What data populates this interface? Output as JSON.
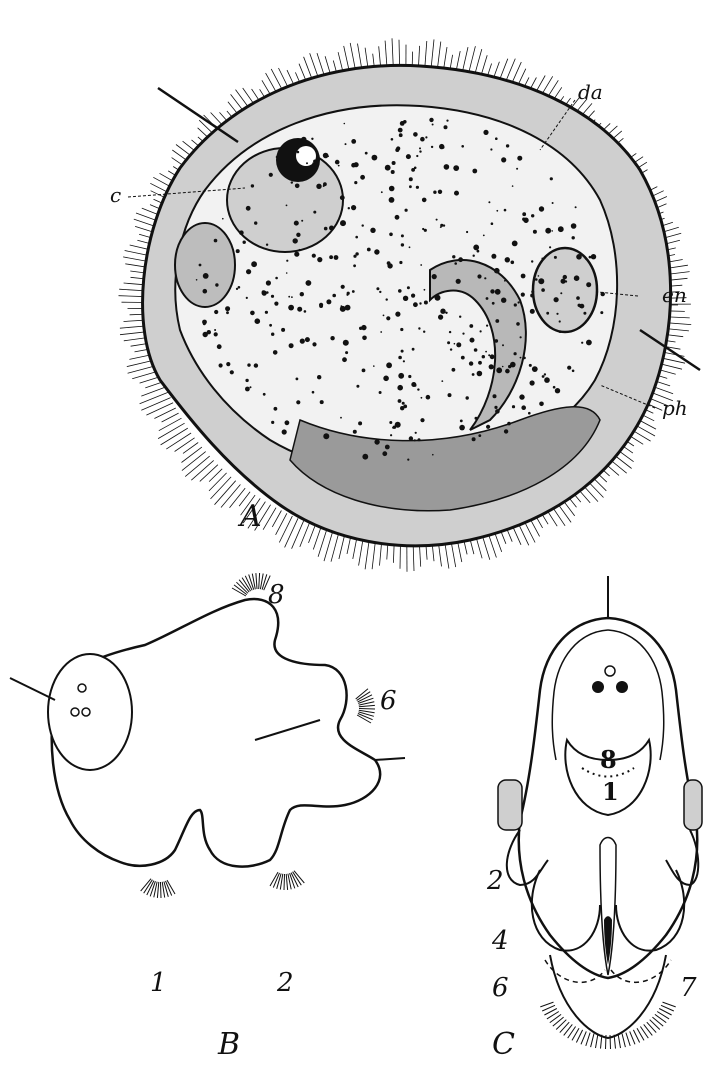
{
  "figure_a": {
    "panel_label": "A",
    "labels": {
      "c": "c",
      "da": "da",
      "en": "en",
      "ph": "ph"
    }
  },
  "figure_b": {
    "panel_label": "B",
    "lobe_labels": {
      "one": "1",
      "two": "2",
      "six": "6",
      "eight": "8"
    }
  },
  "figure_c": {
    "panel_label": "C",
    "labels": {
      "eight": "8",
      "one": "1",
      "two": "2",
      "four": "4",
      "six": "6",
      "seven": "7"
    }
  },
  "colors": {
    "ink": "#111111",
    "tissue": "#d9d9d9",
    "background": "#ffffff"
  }
}
